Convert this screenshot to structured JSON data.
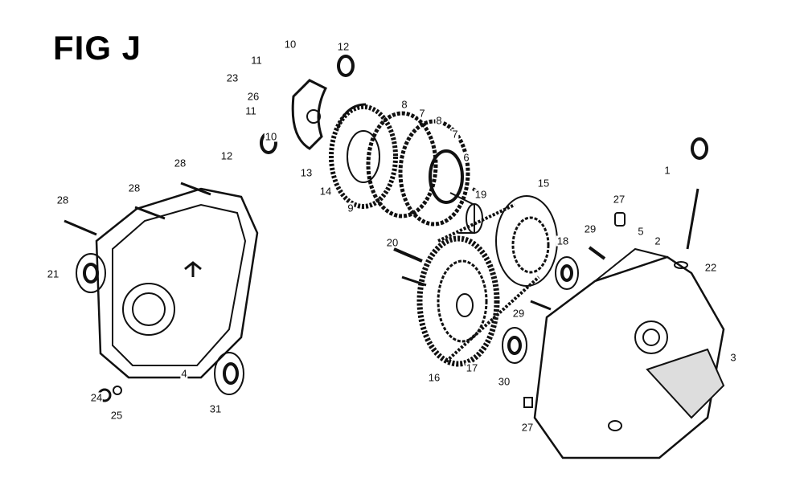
{
  "figure": {
    "title": "FIG J"
  },
  "callouts": [
    "10",
    "12",
    "11",
    "23",
    "26",
    "11",
    "10",
    "12",
    "13",
    "14",
    "9",
    "8",
    "7",
    "8",
    "7",
    "6",
    "19",
    "15",
    "28",
    "28",
    "28",
    "21",
    "20",
    "18",
    "29",
    "27",
    "5",
    "2",
    "1",
    "22",
    "29",
    "16",
    "17",
    "30",
    "3",
    "27",
    "4",
    "24",
    "25",
    "31"
  ],
  "colors": {
    "ink": "#111111",
    "background": "#ffffff"
  }
}
